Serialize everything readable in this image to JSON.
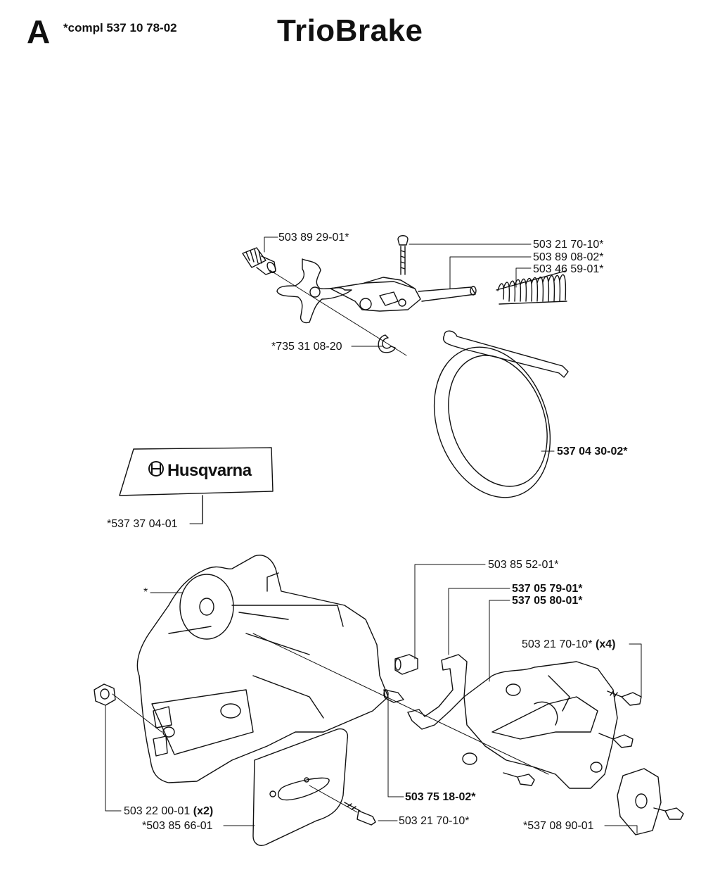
{
  "header": {
    "section_letter": "A",
    "compl_note": "*compl 537 10 78-02",
    "title": "TrioBrake"
  },
  "decal": {
    "brand": "Husqvarna"
  },
  "labels": {
    "brake_bushing": "503 89 29-01*",
    "screw_top": "503 21 70-10*",
    "brake_lever_rod": "503 89 08-02*",
    "spring": "503 46 59-01*",
    "circlip": "*735 31 08-20",
    "brake_band": "537 04 30-02*",
    "decal_part": "*537 37 04-01",
    "cover_asterisk": "*",
    "pin_long": "503 85 52-01*",
    "bracket_a": "537 05 79-01*",
    "bracket_b": "537 05 80-01*",
    "screw_x4_part": "503 21 70-10*",
    "screw_x4_qty": "(x4)",
    "nut_part": "503 22 00-01",
    "nut_qty": "(x2)",
    "chain_plate": "*503 85 66-01",
    "pin_short": "503 75 18-02*",
    "screw_bottom": "503 21 70-10*",
    "catcher": "*537 08 90-01"
  },
  "colors": {
    "line": "#111111",
    "background": "#ffffff"
  }
}
